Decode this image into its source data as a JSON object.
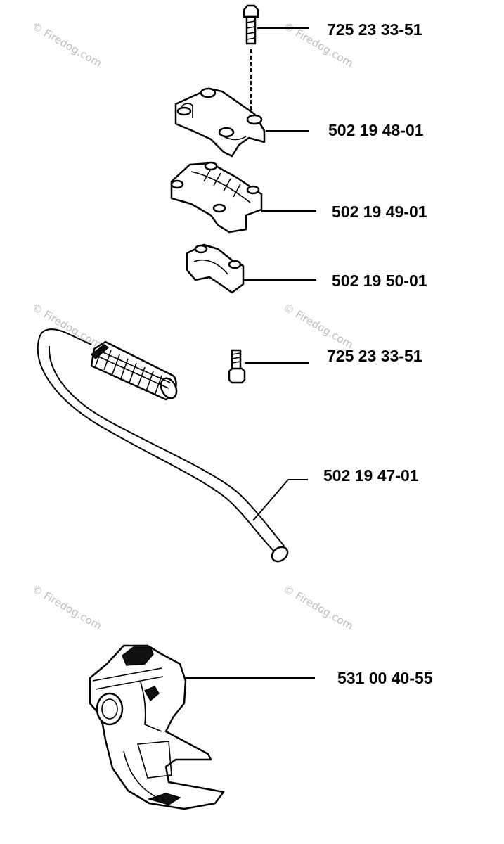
{
  "watermark": "© Firedog.com",
  "parts": [
    {
      "id": "bolt-top",
      "number": "725 23 33-51"
    },
    {
      "id": "clamp-upper",
      "number": "502 19 48-01"
    },
    {
      "id": "clamp-lower",
      "number": "502 19 49-01"
    },
    {
      "id": "clamp-half",
      "number": "502 19 50-01"
    },
    {
      "id": "bolt-small",
      "number": "725 23 33-51"
    },
    {
      "id": "handle-bar",
      "number": "502 19 47-01"
    },
    {
      "id": "throttle-handle",
      "number": "531 00 40-55"
    }
  ]
}
